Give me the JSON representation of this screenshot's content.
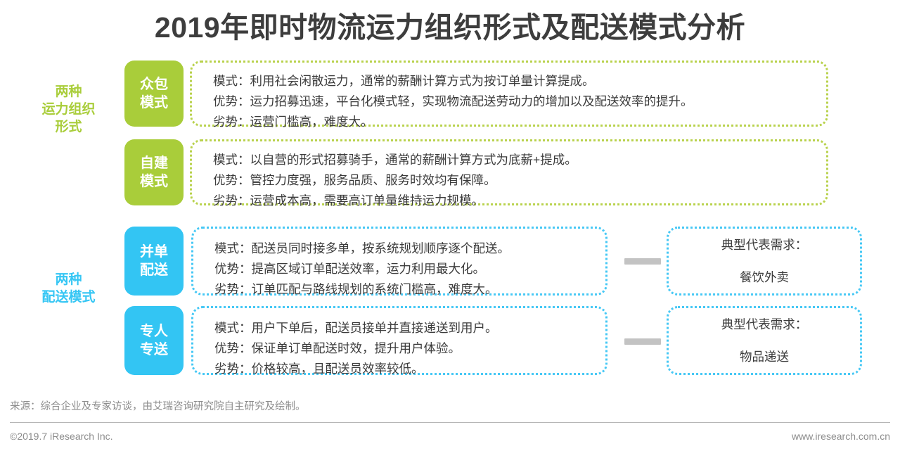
{
  "title": "2019年即时物流运力组织形式及配送模式分析",
  "groups": [
    {
      "id": "capacity",
      "label_lines": [
        "两种",
        "运力组织",
        "形式"
      ],
      "accent": "#a9cd3a",
      "rows": [
        {
          "id": "crowdsource",
          "chip_lines": [
            "众包",
            "模式"
          ],
          "lines": [
            "模式：利用社会闲散运力，通常的薪酬计算方式为按订单量计算提成。",
            "优势：运力招募迅速，平台化模式轻，实现物流配送劳动力的增加以及配送效率的提升。",
            "劣势：运营门槛高，难度大。"
          ]
        },
        {
          "id": "selfbuilt",
          "chip_lines": [
            "自建",
            "模式"
          ],
          "lines": [
            "模式：以自营的形式招募骑手，通常的薪酬计算方式为底薪+提成。",
            "优势：管控力度强，服务品质、服务时效均有保障。",
            "劣势：运营成本高，需要高订单量维持运力规模。"
          ]
        }
      ]
    },
    {
      "id": "delivery",
      "label_lines": [
        "两种",
        "配送模式"
      ],
      "accent": "#35c6f4",
      "rows": [
        {
          "id": "batch",
          "chip_lines": [
            "并单",
            "配送"
          ],
          "lines": [
            "模式：配送员同时接多单，按系统规划顺序逐个配送。",
            "优势：提高区域订单配送效率，运力利用最大化。",
            "劣势：订单匹配与路线规划的系统门槛高，难度大。"
          ],
          "demand": {
            "title": "典型代表需求：",
            "value": "餐饮外卖"
          }
        },
        {
          "id": "dedicated",
          "chip_lines": [
            "专人",
            "专送"
          ],
          "lines": [
            "模式：用户下单后，配送员接单并直接递送到用户。",
            "优势：保证单订单配送时效，提升用户体验。",
            "劣势：价格较高，且配送员效率较低。"
          ],
          "demand": {
            "title": "典型代表需求：",
            "value": "物品递送"
          }
        }
      ]
    }
  ],
  "footer": {
    "source": "来源：综合企业及专家访谈，由艾瑞咨询研究院自主研究及绘制。",
    "copyright": "©2019.7 iResearch Inc.",
    "website": "www.iresearch.com.cn"
  },
  "colors": {
    "title": "#3d3d3d",
    "green": "#a9cd3a",
    "green_dot": "#b9d24d",
    "blue": "#33c5f3",
    "blue_dot": "#46c8f5",
    "body_text": "#3b3b3b",
    "footer_text": "#8c8c8c",
    "connector": "#c3c3c3"
  }
}
